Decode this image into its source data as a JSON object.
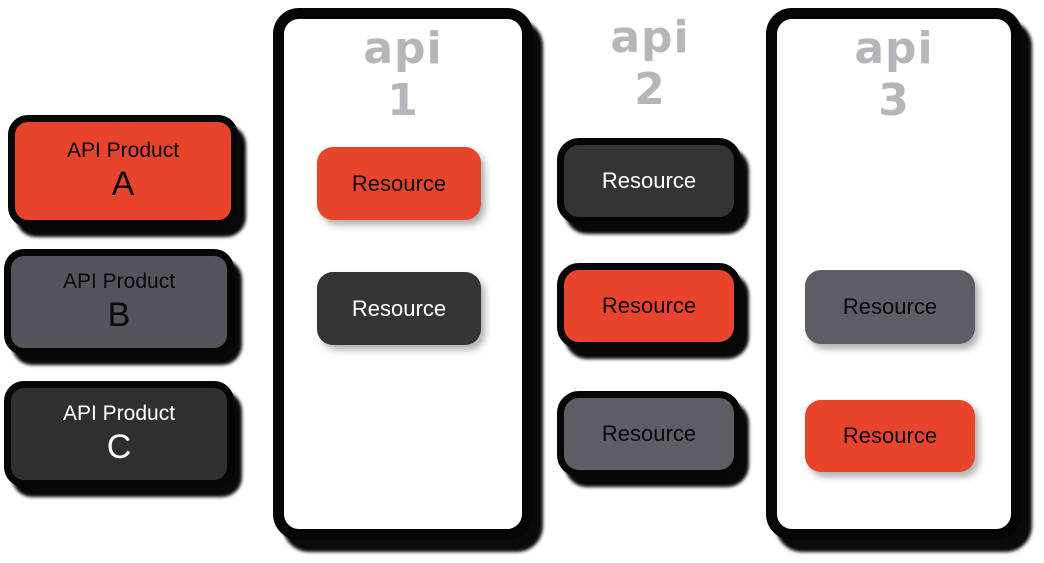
{
  "diagram": {
    "description": "API Products composed of API resources across three APIs"
  },
  "colors": {
    "red": "#e8432b",
    "gray_medium": "#55535c",
    "gray_light": "#5e5c65",
    "dark_charcoal": "#2f2e30",
    "dark_resource": "#343336",
    "api_title_gray": "#b5b5ba",
    "border_black": "#060606",
    "background": "#ffffff"
  },
  "products": [
    {
      "label": "API Product",
      "letter": "A",
      "variant": "red",
      "text_color": "black"
    },
    {
      "label": "API Product",
      "letter": "B",
      "variant": "gray",
      "text_color": "black"
    },
    {
      "label": "API Product",
      "letter": "C",
      "variant": "dark",
      "text_color": "white"
    }
  ],
  "apis": [
    {
      "name": "api",
      "number": "1",
      "has_container": true,
      "resources": [
        {
          "label": "Resource",
          "variant": "red",
          "text_color": "black",
          "style": "soft"
        },
        {
          "label": "Resource",
          "variant": "dark",
          "text_color": "white",
          "style": "soft"
        }
      ]
    },
    {
      "name": "api",
      "number": "2",
      "has_container": false,
      "resources": [
        {
          "label": "Resource",
          "variant": "dark",
          "text_color": "white",
          "style": "heavy"
        },
        {
          "label": "Resource",
          "variant": "red",
          "text_color": "black",
          "style": "heavy"
        },
        {
          "label": "Resource",
          "variant": "gray",
          "text_color": "black",
          "style": "heavy"
        }
      ]
    },
    {
      "name": "api",
      "number": "3",
      "has_container": true,
      "resources": [
        {
          "label": "Resource",
          "variant": "gray",
          "text_color": "black",
          "style": "soft"
        },
        {
          "label": "Resource",
          "variant": "red",
          "text_color": "black",
          "style": "soft"
        }
      ]
    }
  ]
}
